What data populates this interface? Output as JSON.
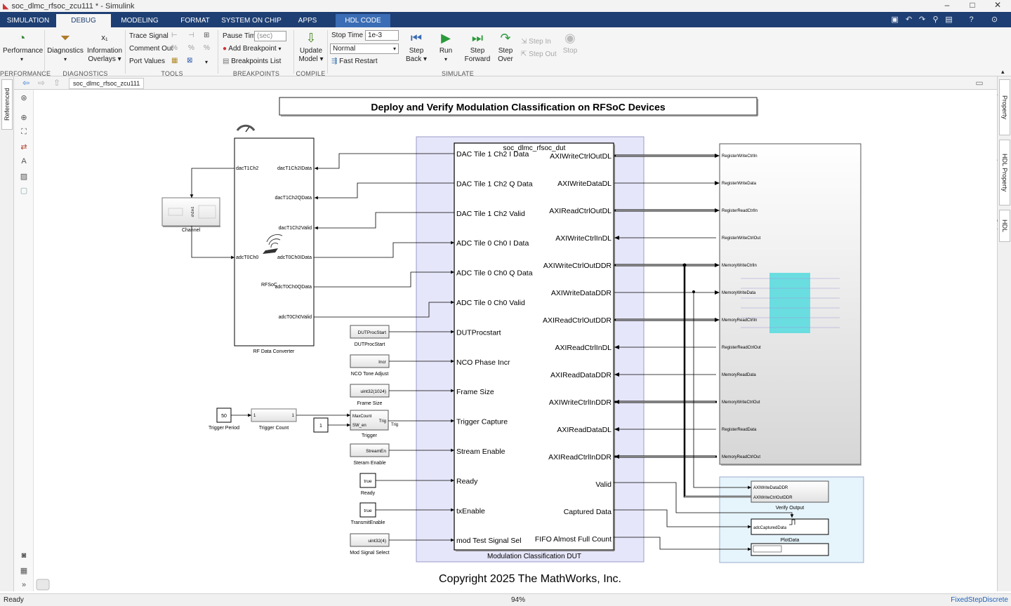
{
  "window": {
    "title": "soc_dlmc_rfsoc_zcu111 * - Simulink",
    "controls": [
      "–",
      "□",
      "✕"
    ]
  },
  "tabs": [
    {
      "label": "SIMULATION",
      "active": false
    },
    {
      "label": "DEBUG",
      "active": true
    },
    {
      "label": "MODELING",
      "active": false
    },
    {
      "label": "FORMAT",
      "active": false
    },
    {
      "label": "SYSTEM ON CHIP",
      "active": false
    },
    {
      "label": "APPS",
      "active": false
    },
    {
      "label": "HDL CODE",
      "active": false
    }
  ],
  "ribbon": {
    "performance": {
      "label1": "Performance",
      "section": "PERFORMANCE"
    },
    "diagnostics": {
      "diag_label": "Diagnostics",
      "info_label1": "Information",
      "info_label2": "Overlays",
      "section": "DIAGNOSTICS"
    },
    "tools": {
      "trace": "Trace Signal",
      "comment": "Comment Out",
      "port": "Port Values",
      "section": "TOOLS"
    },
    "breakpoints": {
      "pause_label": "Pause Time",
      "pause_placeholder": "(sec)",
      "add": "Add Breakpoint",
      "list": "Breakpoints List",
      "section": "BREAKPOINTS"
    },
    "compile": {
      "label1": "Update",
      "label2": "Model",
      "section": "COMPILE"
    },
    "simulate": {
      "stop_label": "Stop Time",
      "stop_value": "1e-3",
      "mode": "Normal",
      "fast_restart": "Fast Restart",
      "step_back1": "Step",
      "step_back2": "Back",
      "run": "Run",
      "step_fwd1": "Step",
      "step_fwd2": "Forward",
      "step_over1": "Step",
      "step_over2": "Over",
      "step_in": "Step In",
      "step_out": "Step Out",
      "stop": "Stop",
      "section": "SIMULATE"
    }
  },
  "breadcrumb": "soc_dlmc_rfsoc_zcu111",
  "left_panel": "Referenced Files",
  "right_panels": [
    "Property Inspector",
    "HDL Property Inspector",
    "HDL Code"
  ],
  "diagram": {
    "title": "Deploy and Verify Modulation Classification on RFSoC Devices",
    "copyright": "Copyright 2025 The MathWorks, Inc.",
    "rf": {
      "name": "RF Data Converter",
      "in1": "dacT1Ch2",
      "in2": "adcT0Ch0",
      "outs": [
        "dacT1Ch2IData",
        "dacT1Ch2QData",
        "dacT1Ch2Valid",
        "adcT0Ch0IData",
        "adcT0Ch0QData",
        "adcT0Ch0Valid"
      ],
      "rfsoc_label": "RFSoC"
    },
    "channel": {
      "name": "Channel",
      "inner": "ch1in1"
    },
    "dut": {
      "name": "Modulation Classification DUT",
      "block": "soc_dlmc_rfsoc_dut",
      "inputs": [
        "DAC Tile 1 Ch2 I Data",
        "DAC Tile 1 Ch2 Q Data",
        "DAC Tile 1 Ch2 Valid",
        "ADC Tile 0 Ch0 I Data",
        "ADC Tile 0 Ch0 Q Data",
        "ADC Tile 0 Ch0 Valid",
        "DUTProcstart",
        "NCO Phase Incr",
        "Frame Size",
        "Trigger Capture",
        "Stream Enable",
        "Ready",
        "txEnable",
        "mod Test Signal Sel"
      ],
      "outputs": [
        "AXIWriteCtrlOutDL",
        "AXIWriteDataDL",
        "AXIReadCtrlOutDL",
        "AXIWriteCtrlInDL",
        "AXIWriteCtrlOutDDR",
        "AXIWriteDataDDR",
        "AXIReadCtrlOutDDR",
        "AXIReadCtrlInDL",
        "AXIReadDataDDR",
        "AXIWriteCtrlInDDR",
        "AXIReadDataDL",
        "AXIReadCtrlInDDR",
        "Valid",
        "Captured Data",
        "FIFO Almost Full Count"
      ]
    },
    "sources": [
      {
        "inner": "DUTProcStart",
        "name": "DUTProcStart"
      },
      {
        "inner": "Incr",
        "name": "NCO Tone Adjust"
      },
      {
        "inner": "uint32(1024)",
        "name": "Frame Size"
      },
      {
        "inner": "",
        "name": "Trigger"
      },
      {
        "inner": "StreamEn",
        "name": "Steram Enable"
      },
      {
        "inner": "true",
        "name": "Ready"
      },
      {
        "inner": "true",
        "name": "TransmitEnable"
      },
      {
        "inner": "uint32(4)",
        "name": "Mod Signal Select"
      }
    ],
    "trigger": {
      "maxcount": "MaxCount",
      "swen": "SW_en",
      "trig_in": "Trig",
      "trig_out": "Trig"
    },
    "trigger_period": {
      "value": "50",
      "name": "Trigger Period"
    },
    "trigger_count": {
      "a": "1",
      "b": "1",
      "name": "Trigger Count"
    },
    "const_one": "1",
    "memory_ports": [
      "RegisterWriteCtrlIn",
      "RegisterWriteData",
      "RegisterReadCtrlIn",
      "RegisterWriteCtrlOut",
      "MemoryWriteCtrlIn",
      "MemoryWriteData",
      "MemoryReadCtrlIn",
      "RegisterReadCtrlOut",
      "MemoryReadData",
      "MemoryWriteCtrlOut",
      "RegisterReadData",
      "MemoryReadCtrlOut"
    ],
    "verify": {
      "in1": "AXIWriteDataDDR",
      "in2": "AXIWriteCtrlOutDDR",
      "name": "Verify Output",
      "plot_in": "adcCapturedData",
      "plot_name": "PlotData"
    }
  },
  "status": {
    "left": "Ready",
    "zoom": "94%",
    "solver": "FixedStepDiscrete"
  }
}
